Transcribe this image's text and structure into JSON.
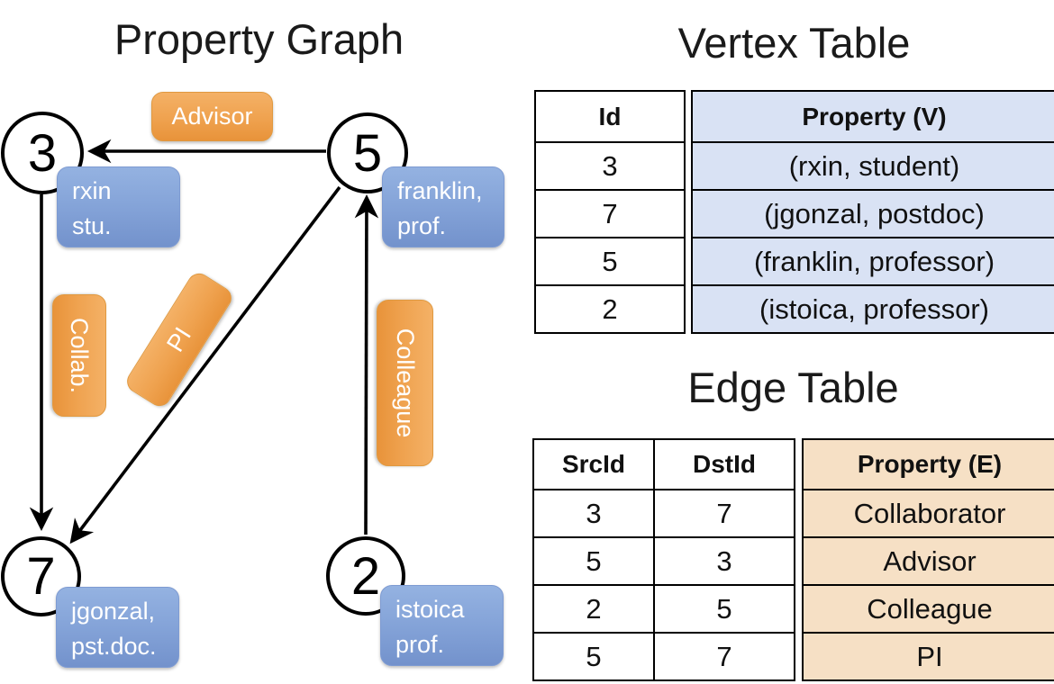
{
  "graph": {
    "title": "Property Graph",
    "nodes": [
      {
        "id": "3",
        "label_lines": [
          "rxin",
          "stu."
        ]
      },
      {
        "id": "5",
        "label_lines": [
          "franklin,",
          "prof."
        ]
      },
      {
        "id": "7",
        "label_lines": [
          "jgonzal,",
          "pst.doc."
        ]
      },
      {
        "id": "2",
        "label_lines": [
          "istoica",
          "prof."
        ]
      }
    ],
    "edge_labels": [
      {
        "name": "advisor",
        "label": "Advisor"
      },
      {
        "name": "collab",
        "label": "Collab."
      },
      {
        "name": "pi",
        "label": "PI"
      },
      {
        "name": "colleague",
        "label": "Colleague"
      }
    ]
  },
  "vertex_table": {
    "title": "Vertex Table",
    "columns": {
      "id": "Id",
      "property": "Property (V)"
    },
    "rows": [
      {
        "id": "3",
        "property": "(rxin, student)"
      },
      {
        "id": "7",
        "property": "(jgonzal, postdoc)"
      },
      {
        "id": "5",
        "property": "(franklin, professor)"
      },
      {
        "id": "2",
        "property": "(istoica, professor)"
      }
    ]
  },
  "edge_table": {
    "title": "Edge Table",
    "columns": {
      "src": "SrcId",
      "dst": "DstId",
      "property": "Property (E)"
    },
    "rows": [
      {
        "src": "3",
        "dst": "7",
        "property": "Collaborator"
      },
      {
        "src": "5",
        "dst": "3",
        "property": "Advisor"
      },
      {
        "src": "2",
        "dst": "5",
        "property": "Colleague"
      },
      {
        "src": "5",
        "dst": "7",
        "property": "PI"
      }
    ]
  },
  "colors": {
    "edge_label_orange": "#efa24f",
    "vertex_label_blue": "#84a3d8",
    "vertex_property_column_bg": "#d9e2f4",
    "edge_property_column_bg": "#f6e0c5",
    "line_black": "#000000"
  }
}
